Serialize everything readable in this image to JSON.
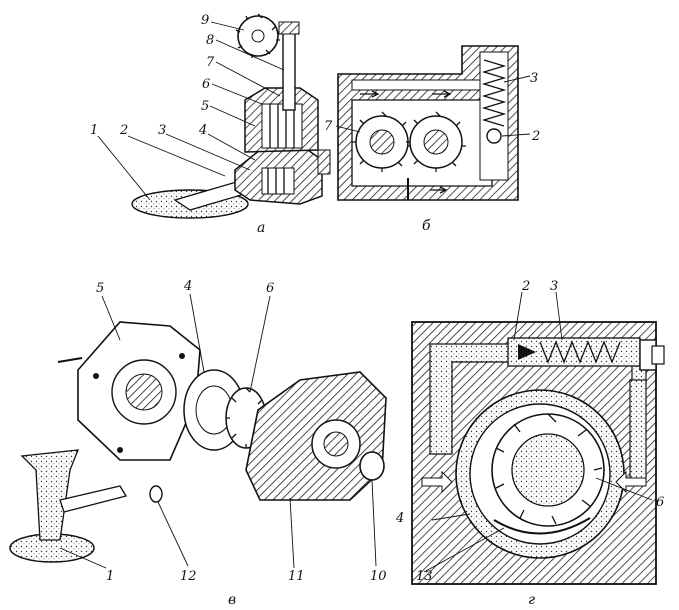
{
  "figure": {
    "panels": {
      "a": {
        "caption": "а",
        "callouts": [
          "1",
          "2",
          "3",
          "4",
          "5",
          "6",
          "7",
          "8",
          "9"
        ]
      },
      "b": {
        "caption": "б",
        "callouts": [
          "3",
          "2",
          "7"
        ]
      },
      "v": {
        "caption": "в",
        "callouts": [
          "5",
          "4",
          "6",
          "1",
          "12",
          "11",
          "10"
        ]
      },
      "g": {
        "caption": "г",
        "callouts": [
          "2",
          "3",
          "4",
          "6",
          "13"
        ]
      }
    }
  }
}
